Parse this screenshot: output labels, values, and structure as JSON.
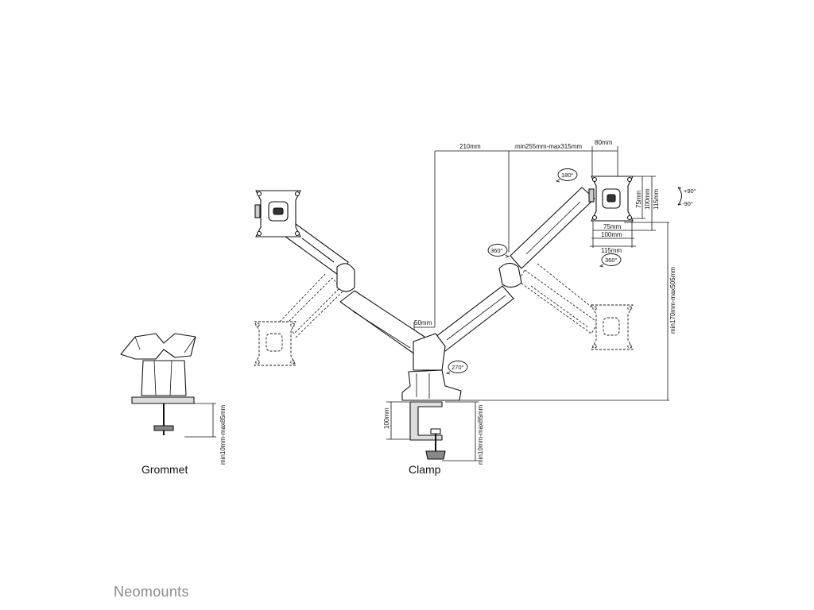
{
  "captions": {
    "grommet": "Grommet",
    "clamp": "Clamp"
  },
  "brand": "Neomounts",
  "dimensions": {
    "reach_base": "210mm",
    "reach_range": "min255mm-max315mm",
    "vesa_top": "80mm",
    "vesa_75_h": "75mm",
    "vesa_100_h": "100mm",
    "vesa_115_h": "115mm",
    "vesa_75_v": "75mm",
    "vesa_100_v": "100mm",
    "vesa_115_v": "115mm",
    "height_range": "min170mm-max505mm",
    "pole_offset": "50mm",
    "clamp_height": "100mm",
    "clamp_desk": "min10mm-max85mm",
    "grommet_desk": "min10mm-max85mm"
  },
  "angles": {
    "rotate_180": "180°",
    "swivel_360_left": "360°",
    "rotate_360_right": "360°",
    "base_270": "270°",
    "tilt_up": "+90°",
    "tilt_down": "-90°"
  },
  "colors": {
    "line": "#111111",
    "brand": "#8a8a8a",
    "background": "#ffffff"
  }
}
